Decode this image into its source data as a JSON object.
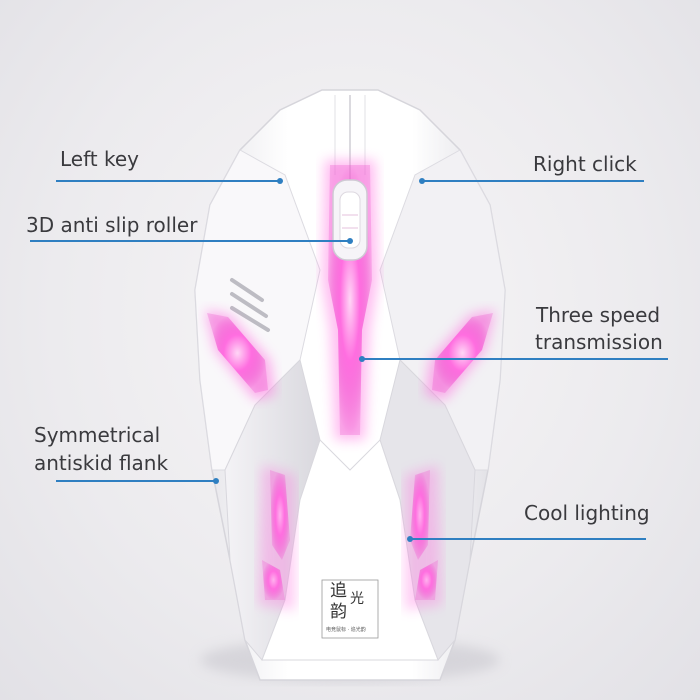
{
  "callouts": {
    "left_key": "Left key",
    "right_click": "Right click",
    "roller": "3D anti slip roller",
    "speed_line1": "Three speed",
    "speed_line2": "transmission",
    "flank_line1": "Symmetrical",
    "flank_line2": "antiskid flank",
    "lighting": "Cool lighting"
  },
  "logo": {
    "glyph_top": "追",
    "glyph_bottom": "韵",
    "glyph_side": "光",
    "sub": "电竞鼠标 · 追光韵"
  },
  "colors": {
    "leader_line": "#2f7fc1",
    "glow": "#ff4fd8",
    "body": "#ffffff"
  }
}
